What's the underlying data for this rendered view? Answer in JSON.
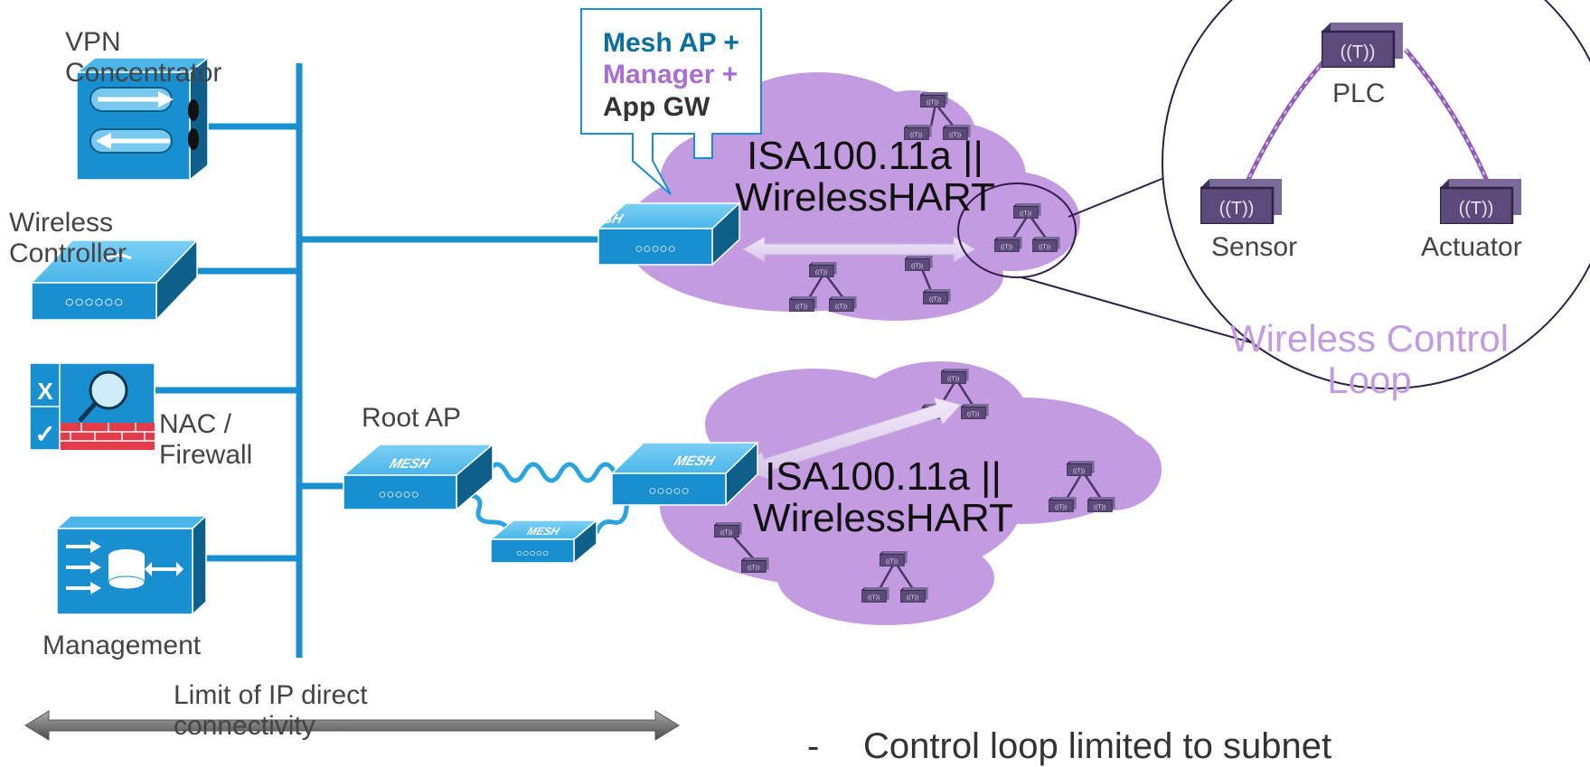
{
  "devices": {
    "vpn": "VPN Concentrator",
    "wlc": "Wireless Controller",
    "nac": "NAC / Firewall",
    "mgmt": "Management",
    "root_ap": "Root AP"
  },
  "callout": {
    "line1": "Mesh AP +",
    "line2": "Manager +",
    "line3": "App GW"
  },
  "networks": {
    "top": "ISA100.11a || WirelessHART",
    "bottom": "ISA100.11a || WirelessHART"
  },
  "mesh_label": "MESH",
  "field_device_glyph": "((T))",
  "loop": {
    "plc": "PLC",
    "sensor": "Sensor",
    "actuator": "Actuator",
    "title": "Wireless Control Loop"
  },
  "footer": {
    "limit_label": "Limit of IP direct connectivity",
    "bullet": "-",
    "bullet_text": "Control loop limited to subnet"
  },
  "colors": {
    "cisco_blue": "#1a8fcf",
    "mesh_blue": "#2aa3df",
    "cloud_purple": "#c39be0",
    "device_purple": "#5c4a7a",
    "callout_blue": "#0a6f9e",
    "callout_purple": "#a96ed1",
    "loop_label": "#c39be0",
    "arrow_gray": "#808080"
  }
}
